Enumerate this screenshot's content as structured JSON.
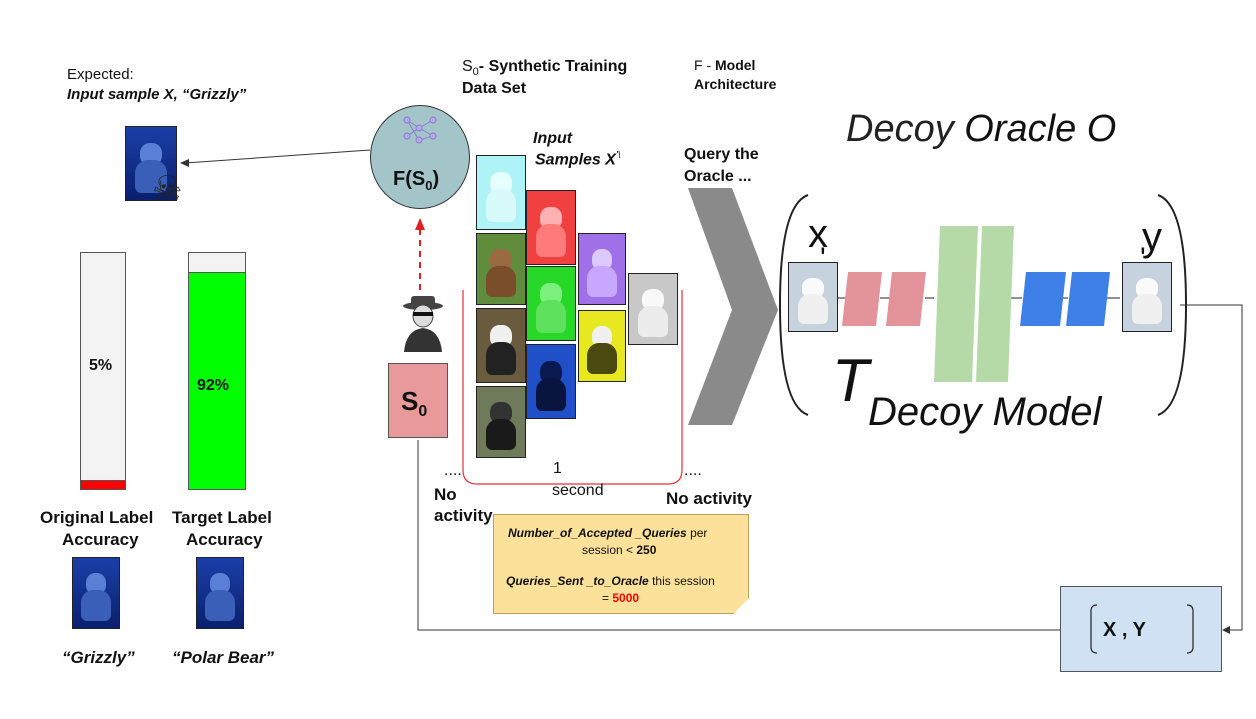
{
  "expected": {
    "line1": "Expected:",
    "line2": "Input sample X, “Grizzly”"
  },
  "f_node": {
    "prefix": "F(S",
    "sub": "0",
    "suffix": ")"
  },
  "s0_title": {
    "s": "S",
    "sub": "0",
    "rest": "- Synthetic Training",
    "line2": "Data Set"
  },
  "f_title": {
    "prefix": "F - ",
    "bold1": "Model",
    "line2": "Architecture"
  },
  "input_samples": {
    "line1": "Input",
    "line2": "Samples X",
    "sup": "'\\"
  },
  "query": {
    "line1": "Query the",
    "line2": "Oracle ..."
  },
  "oracle_title": {
    "decoy": "Decoy",
    "rest": "Oracle O"
  },
  "model": {
    "x_label": "x",
    "x_prime": "'",
    "y_label": "y",
    "y_prime": "'",
    "t_label": "T",
    "decoy_model": "Decoy Model"
  },
  "s0_box": {
    "s": "S",
    "sub": "0"
  },
  "bars": [
    {
      "value_label": "5%",
      "fraction": 0.04,
      "color": "#ff0000",
      "label1": "Original Label",
      "label2": "Accuracy",
      "caption": "“Grizzly”"
    },
    {
      "value_label": "92%",
      "fraction": 0.92,
      "color": "#00ff00",
      "label1": "Target Label",
      "label2": "Accuracy",
      "caption": "“Polar Bear”"
    }
  ],
  "timeline": {
    "dots_left": "....",
    "dots_right": "....",
    "one": "1",
    "second": "second",
    "no_activity_left_1": "No",
    "no_activity_left_2": "activity",
    "no_activity_right": "No activity"
  },
  "note": {
    "q1_name": "Number_of_Accepted _Queries",
    "q1_text": " per",
    "q1_line2": "session < ",
    "q1_value": "250",
    "q2_name": "Queries_Sent _to_Oracle",
    "q2_text": "  this session",
    "q2_line2": "= ",
    "q2_value": "5000",
    "value_color": "#ff0000"
  },
  "xy_box": {
    "label": "X , Y"
  },
  "colors": {
    "f_node_fill": "#a3c4c9",
    "s0_fill": "#e89a9a",
    "pink_layer": "#e3949a",
    "green_layer": "#b6d9a8",
    "blue_layer": "#3f7fe8",
    "note_fill": "#fce19b",
    "xy_fill": "#cfe1f3",
    "arrow_gray": "#8a8a8a"
  }
}
